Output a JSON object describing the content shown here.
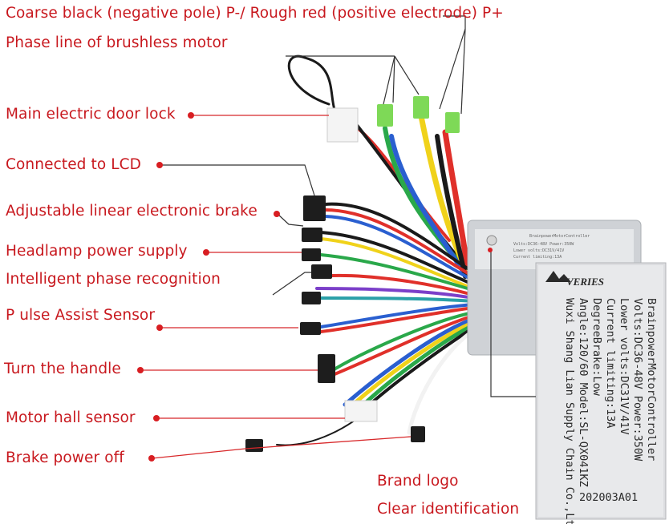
{
  "labels": {
    "power": "Coarse black (negative pole) P-/ Rough red (positive electrode) P+",
    "phase": "Phase line of brushless motor",
    "door_lock": "Main electric door lock",
    "lcd": "Connected to LCD",
    "brake_adjustable": "Adjustable linear electronic brake",
    "headlamp": "Headlamp power supply",
    "phase_recognition": "Intelligent phase recognition",
    "pulse_assist": "P ulse Assist Sensor",
    "handle": "Turn the handle",
    "hall": "Motor hall sensor",
    "brake_off": "Brake power off",
    "brand_logo": "Brand logo",
    "clear_id": "Clear identification"
  },
  "controller_label": {
    "title": "BrainpowerMotorController",
    "line1": "Volts:DC36-48V  Power:350W",
    "line2": "Lower volts:DC31V/41V",
    "line3": "Current limiting:13A",
    "line4": "DegreeBrake:Low",
    "line5": "Angle:120/60  Model:SL-QX041KZ",
    "line6": "Wuxi Shang Lian Supply Chain Co.,Ltd",
    "code": "202003A01",
    "brand": "VERIES"
  },
  "colors": {
    "label_red": "#c8181e",
    "wire_yellow": "#f0d21a",
    "wire_green": "#2aa84a",
    "wire_blue": "#2a5fd0",
    "wire_red": "#e0302a",
    "wire_black": "#1a1a1a",
    "connector_green": "#7ed957"
  },
  "icons": {
    "callout_dot": "red-dot-icon",
    "brand_mark": "mountain-logo-icon"
  }
}
